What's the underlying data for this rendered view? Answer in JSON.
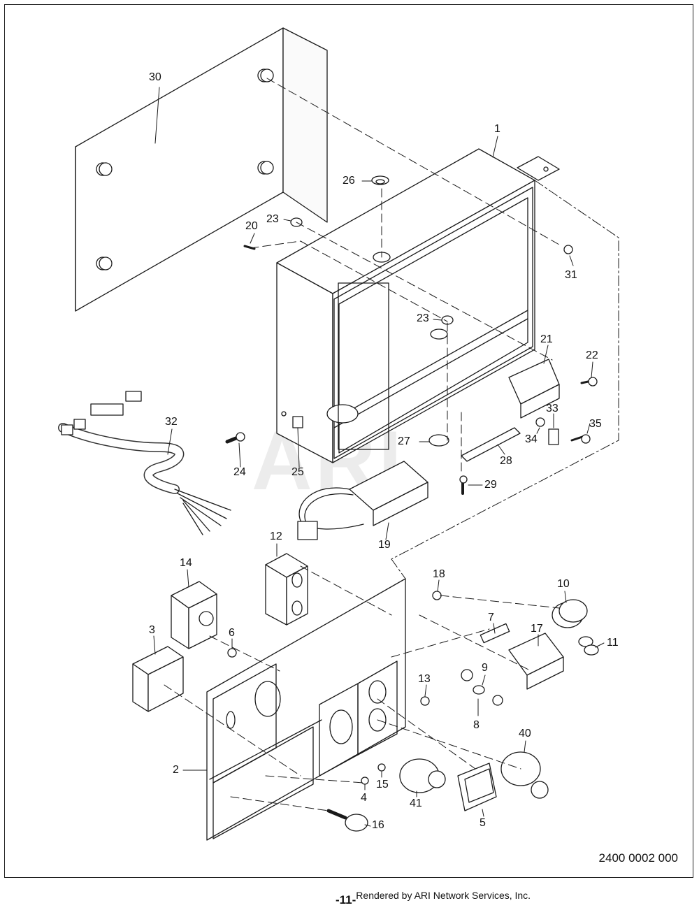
{
  "drawing_number": "2400 0002 000",
  "page_number": "-11-",
  "render_credit": "Rendered by ARI Network Services, Inc.",
  "watermark": "ARI",
  "callouts": [
    {
      "id": "30",
      "label": "30"
    },
    {
      "id": "1",
      "label": "1"
    },
    {
      "id": "26",
      "label": "26"
    },
    {
      "id": "23a",
      "label": "23"
    },
    {
      "id": "20",
      "label": "20"
    },
    {
      "id": "31",
      "label": "31"
    },
    {
      "id": "23b",
      "label": "23"
    },
    {
      "id": "21",
      "label": "21"
    },
    {
      "id": "22",
      "label": "22"
    },
    {
      "id": "32",
      "label": "32"
    },
    {
      "id": "33",
      "label": "33"
    },
    {
      "id": "34",
      "label": "34"
    },
    {
      "id": "35",
      "label": "35"
    },
    {
      "id": "27",
      "label": "27"
    },
    {
      "id": "28",
      "label": "28"
    },
    {
      "id": "24",
      "label": "24"
    },
    {
      "id": "25",
      "label": "25"
    },
    {
      "id": "29",
      "label": "29"
    },
    {
      "id": "19",
      "label": "19"
    },
    {
      "id": "12",
      "label": "12"
    },
    {
      "id": "14",
      "label": "14"
    },
    {
      "id": "18",
      "label": "18"
    },
    {
      "id": "10",
      "label": "10"
    },
    {
      "id": "7",
      "label": "7"
    },
    {
      "id": "17",
      "label": "17"
    },
    {
      "id": "11",
      "label": "11"
    },
    {
      "id": "3",
      "label": "3"
    },
    {
      "id": "6",
      "label": "6"
    },
    {
      "id": "9",
      "label": "9"
    },
    {
      "id": "13",
      "label": "13"
    },
    {
      "id": "8",
      "label": "8"
    },
    {
      "id": "40",
      "label": "40"
    },
    {
      "id": "2",
      "label": "2"
    },
    {
      "id": "15",
      "label": "15"
    },
    {
      "id": "4",
      "label": "4"
    },
    {
      "id": "41",
      "label": "41"
    },
    {
      "id": "5",
      "label": "5"
    },
    {
      "id": "16",
      "label": "16"
    }
  ]
}
